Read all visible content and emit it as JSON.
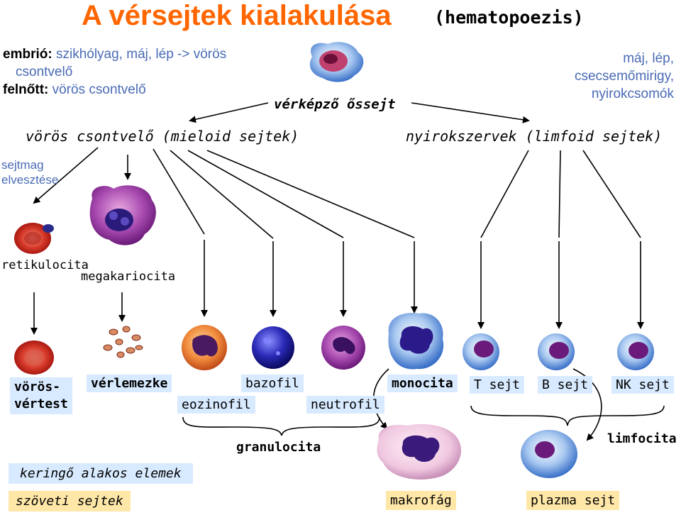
{
  "title": "A vérsejtek kialakulása",
  "subtitle": "(hematopoezis)",
  "top_left": {
    "embryo_label": "embrió:",
    "embryo_text_1": "szikhólyag, máj, lép -> vörös",
    "embryo_text_2": "csontvelő",
    "adult_label": "felnőtt:",
    "adult_text": "vörös csontvelő"
  },
  "top_right": {
    "line1": "máj, lép,",
    "line2": "csecsemőmirigy,",
    "line3": "nyirokcsomók"
  },
  "stem_cell": "vérképző őssejt",
  "myeloid": "vörös csontvelő (mieloid sejtek)",
  "lymphoid": "nyirokszervek (limfoid sejtek)",
  "nucleus_loss_1": "sejtmag",
  "nucleus_loss_2": "elvesztése",
  "retikulocita": "retikulocita",
  "megakariocita": "megakariocita",
  "voros_1": "vörös-",
  "voros_2": "vértest",
  "verlemezke": "vérlemezke",
  "bazofil": "bazofil",
  "eozinofil": "eozinofil",
  "neutrofil": "neutrofil",
  "monocita": "monocita",
  "t_sejt": "T sejt",
  "b_sejt": "B sejt",
  "nk_sejt": "NK sejt",
  "granulocita": "granulocita",
  "limfocita": "limfocita",
  "legend_circulating": "keringő alakos elemek",
  "legend_tissue": "szöveti sejtek",
  "makrofag": "makrofág",
  "plazma_sejt": "plazma sejt",
  "colors": {
    "title": "#ff6600",
    "blue_text": "#4a6bb5",
    "label_box": "#d8eaff",
    "legend_tissue_box": "#ffe7a8"
  }
}
